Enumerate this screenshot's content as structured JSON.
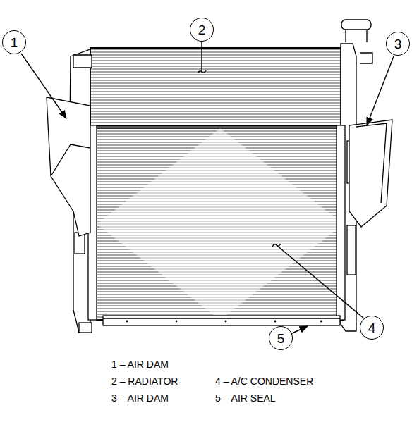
{
  "diagram": {
    "nodes": [
      {
        "text": [
          "1"
        ]
      },
      {
        "text": [
          "2"
        ]
      },
      {
        "text": [
          "3"
        ]
      },
      {
        "text": [
          "4"
        ]
      },
      {
        "text": [
          "5"
        ]
      }
    ],
    "labels": [
      "1 – AIR DAM",
      "2 – RADIATOR",
      "4 – A/C CONDENSER",
      "3 – AIR DAM",
      "5 – AIR SEAL"
    ]
  }
}
